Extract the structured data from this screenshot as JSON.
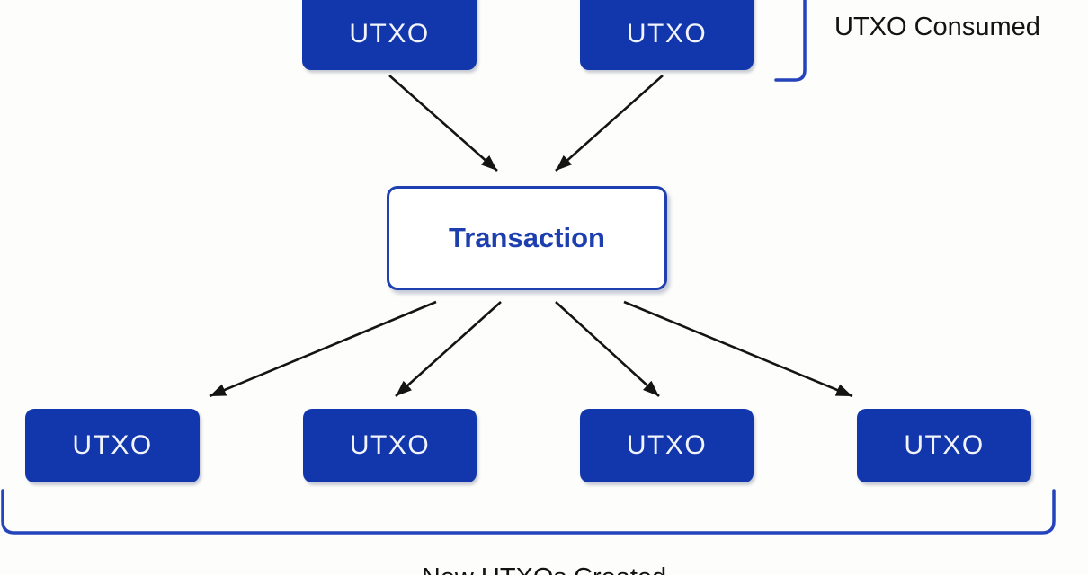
{
  "diagram": {
    "colors": {
      "page-bg": "#fdfdfb",
      "node-bg": "#1237ac",
      "node-text": "#f2f4fc",
      "accent-border": "#1e40b0",
      "accent-text": "#1c3eae",
      "bracket": "#2443bd",
      "arrow": "#141414",
      "label": "#131313"
    },
    "inputs": [
      {
        "label": "UTXO"
      },
      {
        "label": "UTXO"
      }
    ],
    "transaction": {
      "label": "Transaction"
    },
    "outputs": [
      {
        "label": "UTXO"
      },
      {
        "label": "UTXO"
      },
      {
        "label": "UTXO"
      },
      {
        "label": "UTXO"
      }
    ],
    "labels": {
      "consumed": "UTXO Consumed",
      "created": "New UTXOs Created"
    }
  }
}
